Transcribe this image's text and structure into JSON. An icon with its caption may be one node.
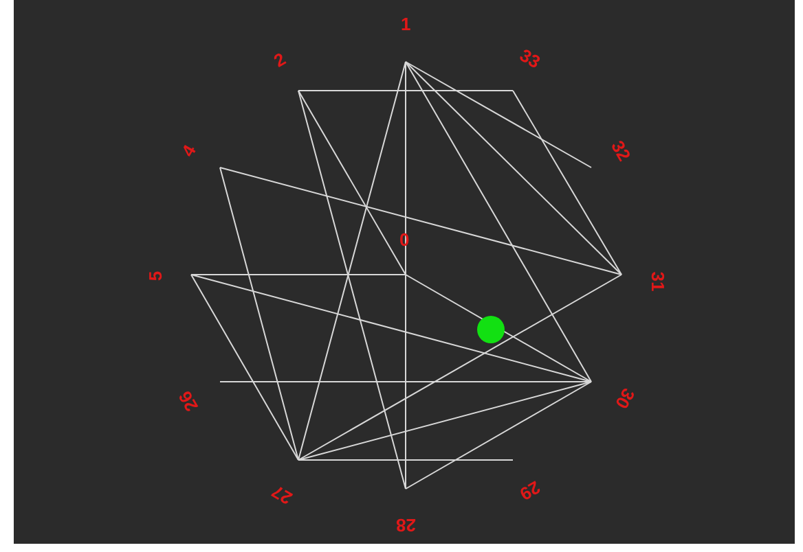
{
  "diagram": {
    "labels": [
      "1",
      "2",
      "33",
      "4",
      "32",
      "0",
      "5",
      "31",
      "26",
      "30",
      "27",
      "29",
      "28"
    ]
  }
}
